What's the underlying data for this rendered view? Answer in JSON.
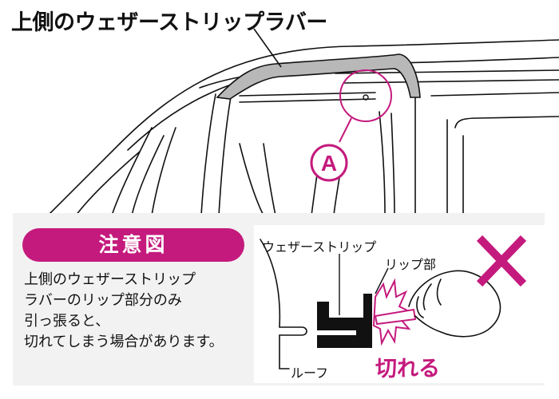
{
  "title": "上側のウェザーストリップラバー",
  "callout_letter": "A",
  "caution": {
    "heading": "注意図",
    "lines": [
      "上側のウェザーストリップ",
      "ラバーのリップ部分のみ",
      "引っ張ると、",
      "切れてしまう場合があります。"
    ]
  },
  "detail": {
    "weatherstrip_label": "ウェザーストリップ",
    "lip_label": "リップ部",
    "roof_label": "ルーフ",
    "tear_label": "切れる"
  },
  "colors": {
    "accent": "#c41a7d",
    "badge_bg": "#c41a7d",
    "panel_bg": "#f2f2f2",
    "rubber_fill": "#b8b8b8",
    "strip_fill": "#111111"
  },
  "icons": [
    "cross-mark-icon",
    "hand-icon",
    "tear-burst-icon"
  ]
}
